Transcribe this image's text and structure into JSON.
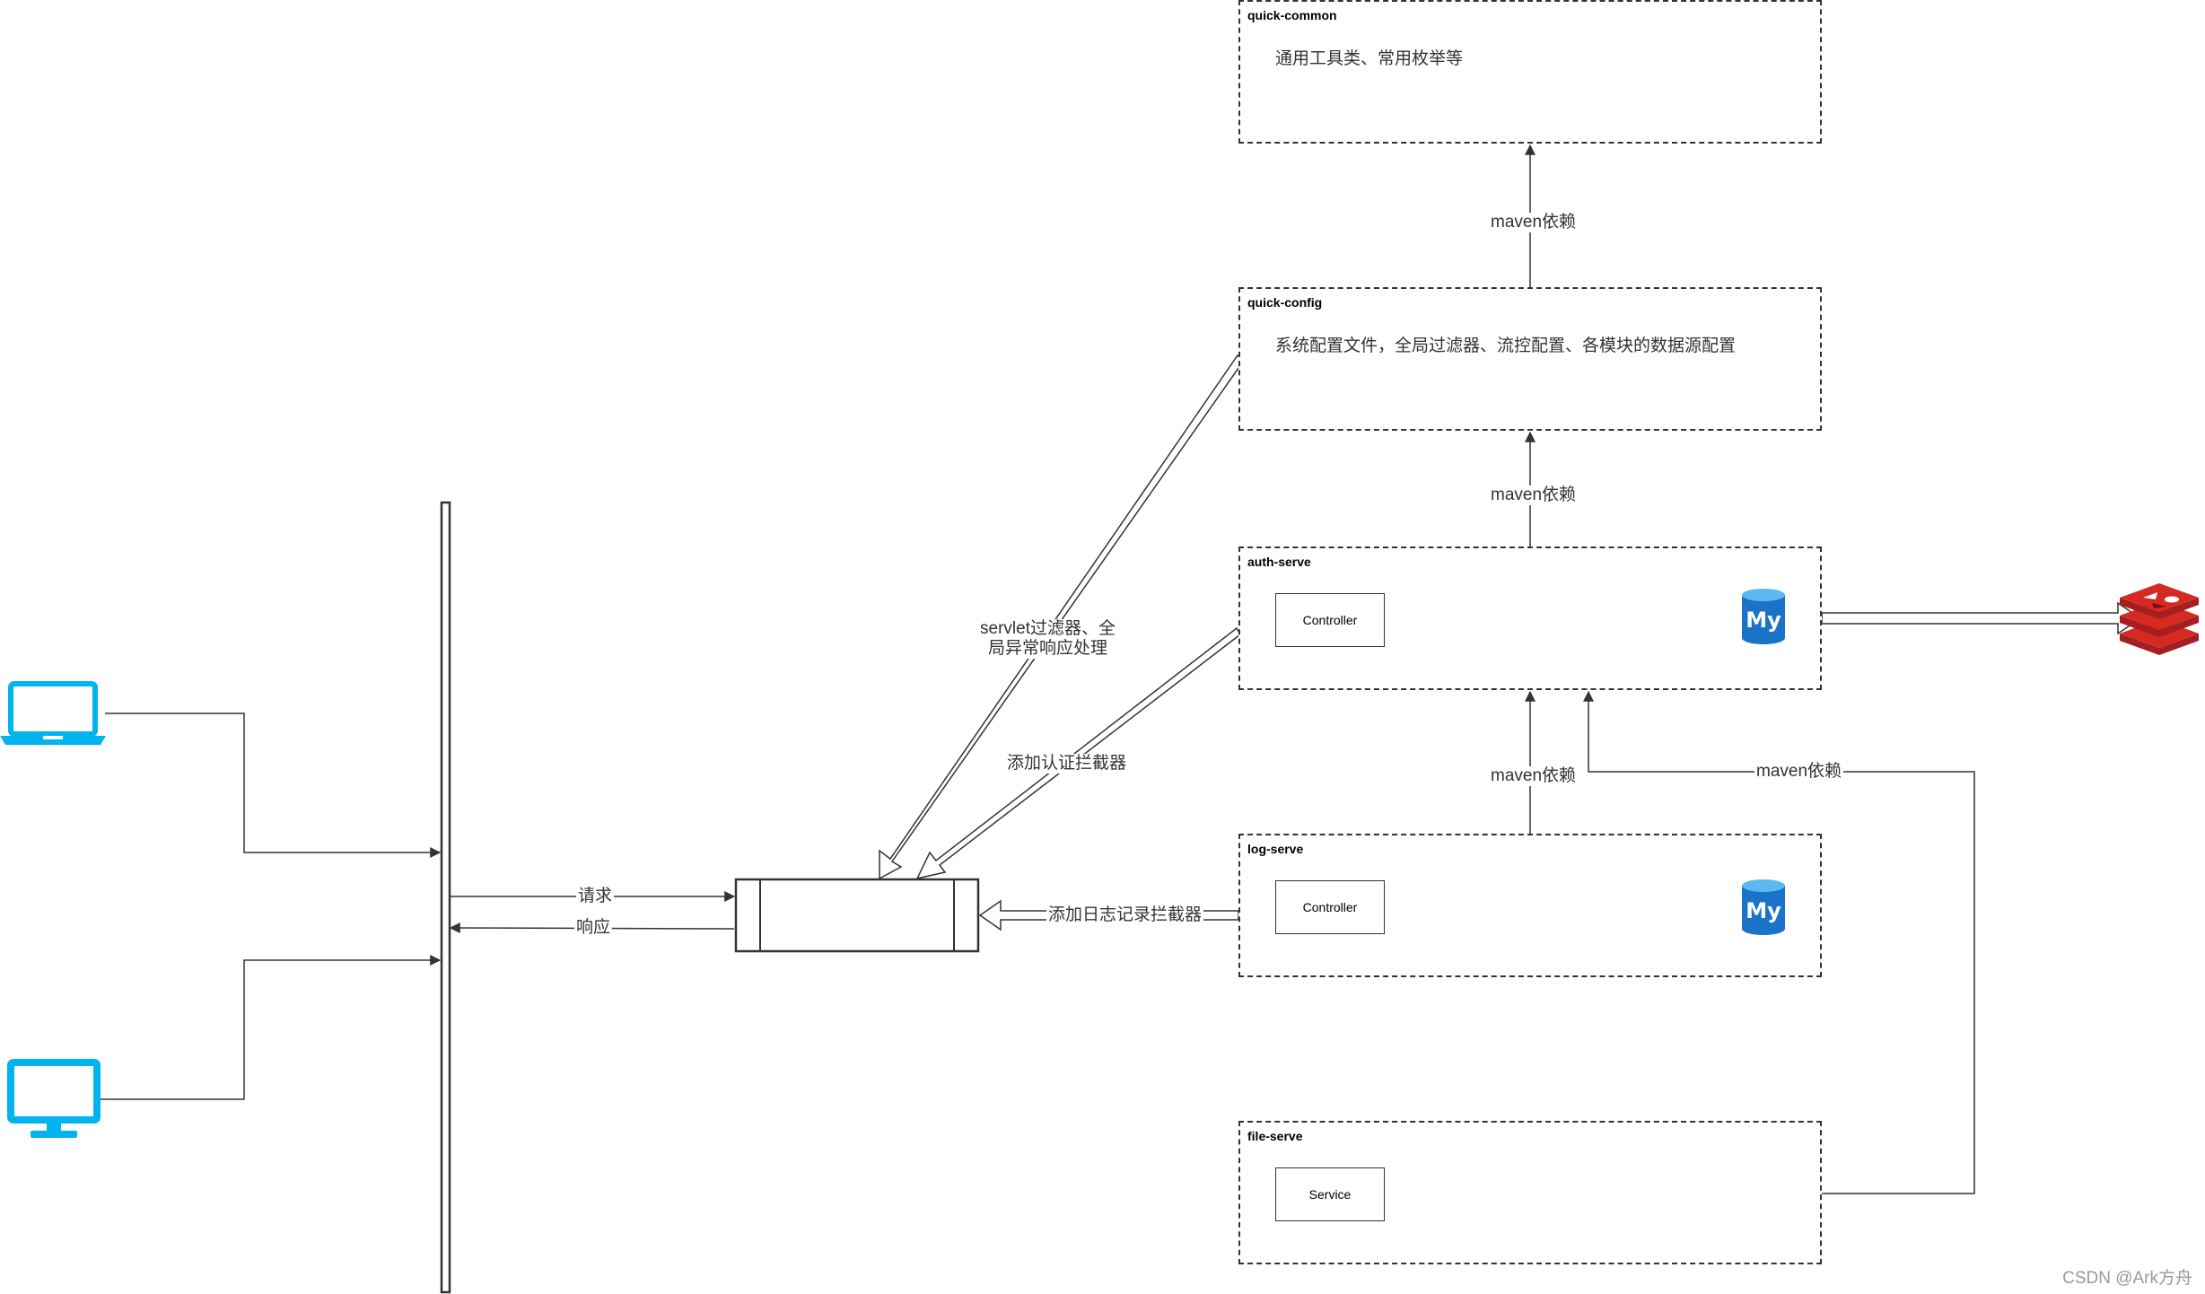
{
  "modules": {
    "quick_common": {
      "title": "quick-common",
      "description": "通用工具类、常用枚举等"
    },
    "quick_config": {
      "title": "quick-config",
      "description": "系统配置文件，全局过滤器、流控配置、各模块的数据源配置"
    },
    "auth_serve": {
      "title": "auth-serve",
      "component": "Controller"
    },
    "log_serve": {
      "title": "log-serve",
      "component": "Controller"
    },
    "file_serve": {
      "title": "file-serve",
      "component": "Service"
    }
  },
  "edges": {
    "config_to_common": "maven依赖",
    "auth_to_config": "maven依赖",
    "log_to_auth": "maven依赖",
    "file_to_auth": "maven依赖",
    "request": "请求",
    "response": "响应",
    "servlet_filter": "servlet过滤器、全局异常响应处理",
    "auth_interceptor": "添加认证拦截器",
    "log_interceptor": "添加日志记录拦截器"
  },
  "icons": {
    "client_laptop": "laptop-icon",
    "client_desktop": "desktop-monitor-icon",
    "mysql": "mysql-database-icon",
    "redis": "redis-icon"
  },
  "colors": {
    "client_icon": "#00B4F0",
    "mysql_blue": "#1A73C8",
    "redis_red": "#D42A21",
    "line": "#333333"
  },
  "footer": {
    "watermark": "CSDN @Ark方舟"
  }
}
